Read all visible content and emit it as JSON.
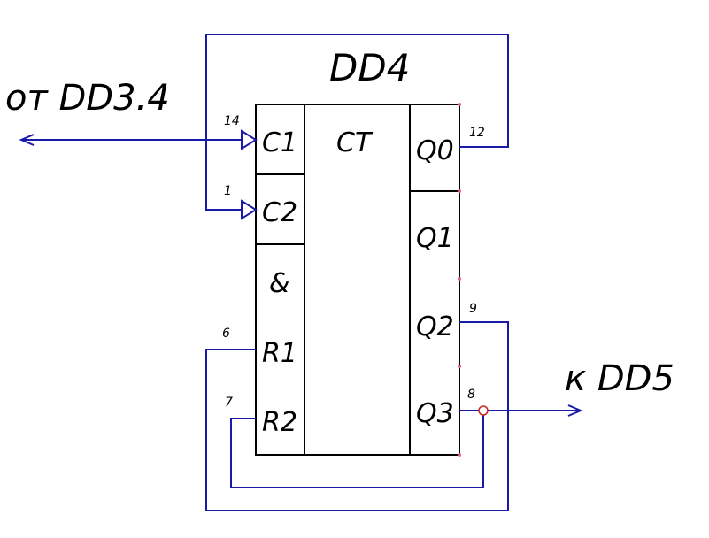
{
  "chip": {
    "ref": "DD4",
    "function": "CT",
    "logic_symbol": "&",
    "inputs": [
      {
        "name": "C1",
        "pin": "14"
      },
      {
        "name": "C2",
        "pin": "1"
      },
      {
        "name": "R1",
        "pin": "6"
      },
      {
        "name": "R2",
        "pin": "7"
      }
    ],
    "outputs": [
      {
        "name": "Q0",
        "pin": "12"
      },
      {
        "name": "Q1",
        "pin": ""
      },
      {
        "name": "Q2",
        "pin": "9"
      },
      {
        "name": "Q3",
        "pin": "8"
      }
    ]
  },
  "signals": {
    "source_label": "от DD3.4",
    "dest_label": "к DD5"
  },
  "colors": {
    "box": "#000000",
    "wire": "#1a1aa8",
    "text": "#000000",
    "pin_marker": "#e0607a",
    "junction": "#cc2222"
  }
}
